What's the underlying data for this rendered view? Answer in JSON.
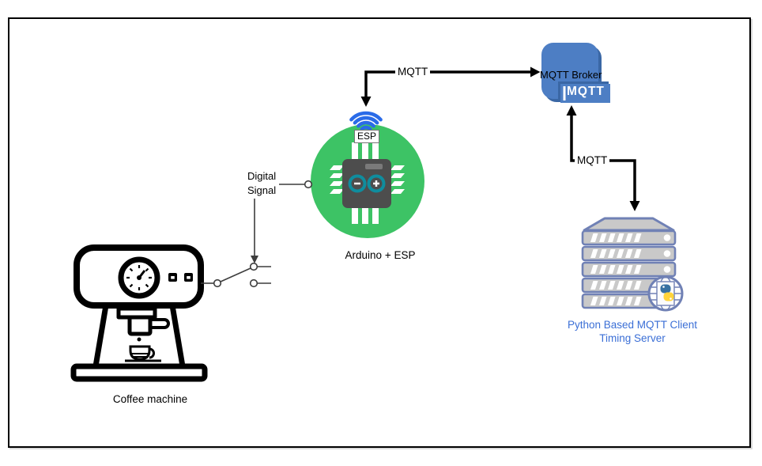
{
  "nodes": {
    "coffee_machine": {
      "label": "Coffee machine"
    },
    "arduino_esp": {
      "label": "Arduino + ESP",
      "esp_badge": "ESP"
    },
    "mqtt_broker": {
      "label": "MQTT Broker",
      "badge": "MQTT"
    },
    "python_server": {
      "label_line1": "Python Based MQTT Client",
      "label_line2": "Timing Server"
    }
  },
  "edges": {
    "esp_broker": {
      "label": "MQTT"
    },
    "broker_server": {
      "label": "MQTT"
    },
    "digital_signal": {
      "label_line1": "Digital",
      "label_line2": "Signal"
    }
  },
  "colors": {
    "arduino_green": "#3dc365",
    "chip_gray": "#4d4d4d",
    "arduino_teal": "#0f8d9e",
    "wifi_blue": "#2a6be8",
    "broker_blue": "#4d7ec4",
    "broker_blue_dark": "#3a67a5",
    "server_gray": "#c9c9c9",
    "server_border": "#7081b5",
    "python_blue": "#3771a2",
    "python_yellow": "#ffd43b",
    "server_label_blue": "#3b6fd6",
    "connector_black": "#000000",
    "signal_line_gray": "#3d3d3d"
  }
}
